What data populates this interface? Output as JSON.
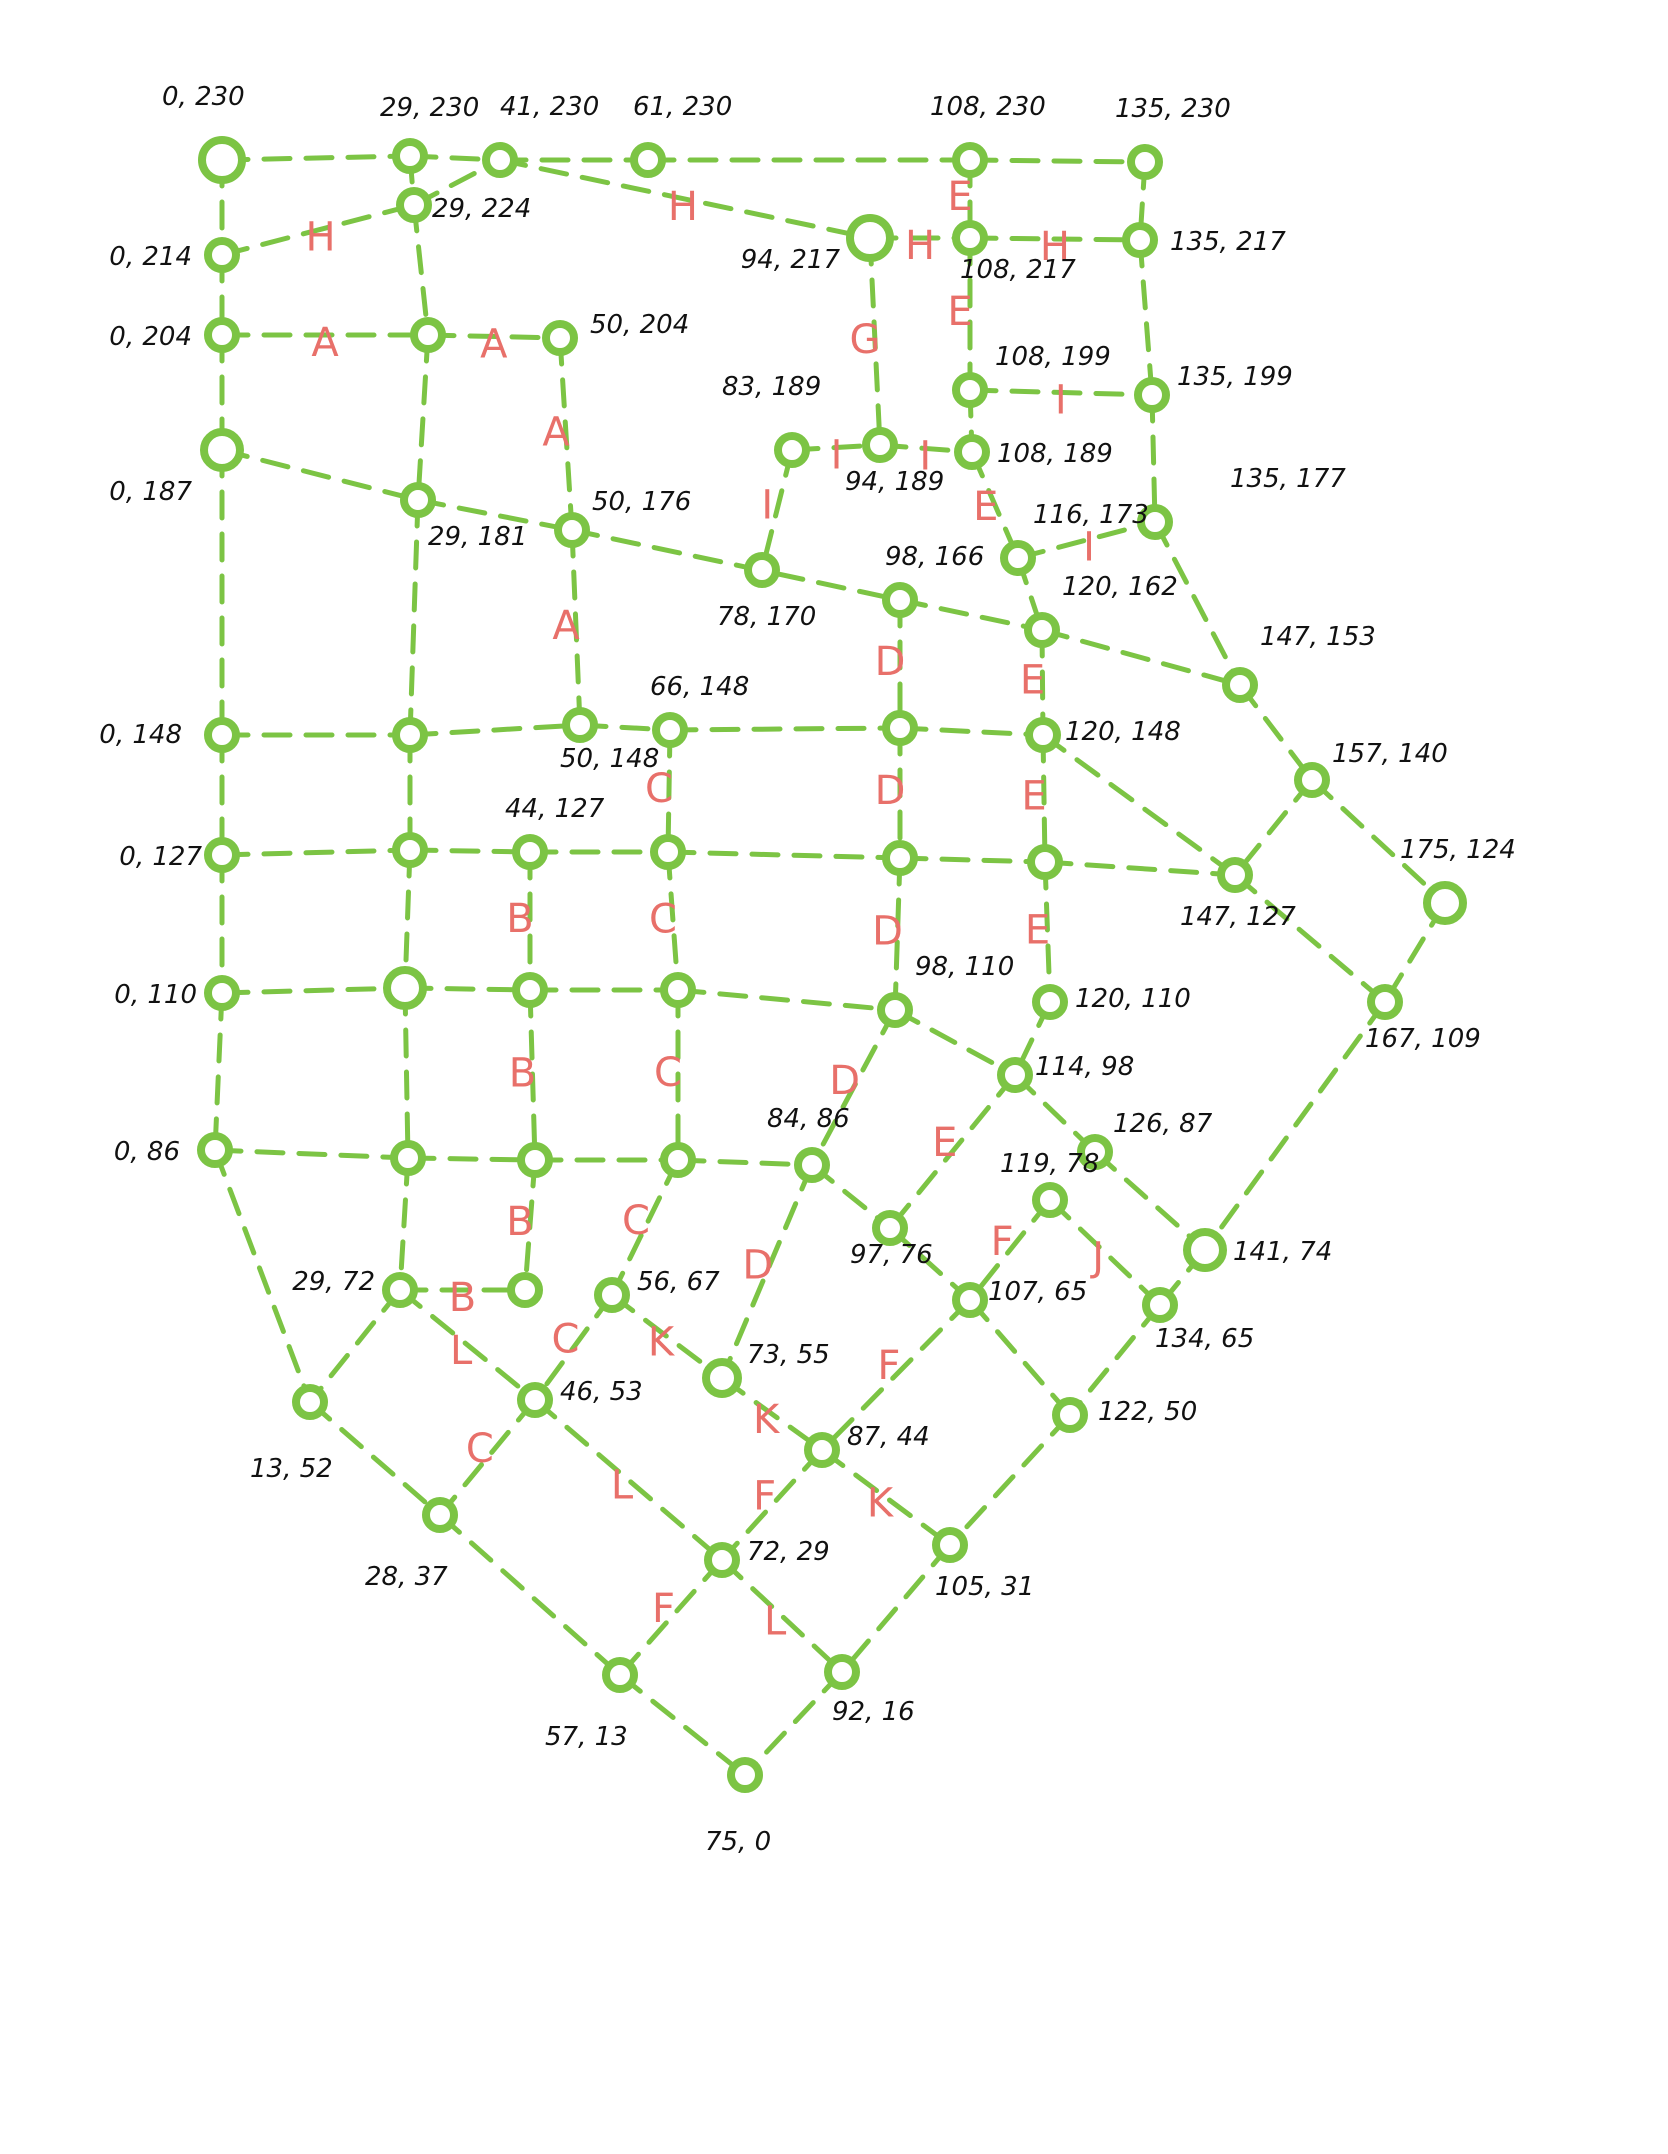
{
  "colors": {
    "edge": "#7cc444",
    "node": "#7cc444",
    "node_label": "#111111",
    "edge_label": "#e8706a",
    "background": "#ffffff"
  },
  "nodes": [
    {
      "id": "n0_230",
      "label": "0, 230"
    },
    {
      "id": "n29_230",
      "label": "29, 230"
    },
    {
      "id": "n41_230",
      "label": "41, 230"
    },
    {
      "id": "n61_230",
      "label": "61, 230"
    },
    {
      "id": "n108_230",
      "label": "108, 230"
    },
    {
      "id": "n135_230",
      "label": "135, 230"
    },
    {
      "id": "n29_224",
      "label": "29, 224"
    },
    {
      "id": "n0_214",
      "label": "0, 214"
    },
    {
      "id": "n94_217",
      "label": "94, 217"
    },
    {
      "id": "n108_217",
      "label": "108, 217"
    },
    {
      "id": "n135_217",
      "label": "135, 217"
    },
    {
      "id": "n0_204",
      "label": "0, 204"
    },
    {
      "id": "n29_204",
      "label": ""
    },
    {
      "id": "n50_204",
      "label": "50, 204"
    },
    {
      "id": "n108_199",
      "label": "108, 199"
    },
    {
      "id": "n135_199",
      "label": "135, 199"
    },
    {
      "id": "n83_189",
      "label": "83, 189"
    },
    {
      "id": "n94_189",
      "label": "94, 189"
    },
    {
      "id": "n108_189",
      "label": "108, 189"
    },
    {
      "id": "n0_187",
      "label": "0, 187"
    },
    {
      "id": "n29_181",
      "label": "29, 181"
    },
    {
      "id": "n50_176",
      "label": "50, 176"
    },
    {
      "id": "n78_170",
      "label": "78, 170"
    },
    {
      "id": "n116_173",
      "label": "116, 173"
    },
    {
      "id": "n135_177",
      "label": "135, 177"
    },
    {
      "id": "n98_166",
      "label": "98, 166"
    },
    {
      "id": "n120_162",
      "label": "120, 162"
    },
    {
      "id": "n147_153",
      "label": "147, 153"
    },
    {
      "id": "n0_148",
      "label": "0, 148"
    },
    {
      "id": "n29_148",
      "label": ""
    },
    {
      "id": "n50_148",
      "label": "50, 148"
    },
    {
      "id": "n66_148",
      "label": "66, 148"
    },
    {
      "id": "n98_148",
      "label": ""
    },
    {
      "id": "n120_148",
      "label": "120, 148"
    },
    {
      "id": "n157_140",
      "label": "157, 140"
    },
    {
      "id": "n0_127",
      "label": "0, 127"
    },
    {
      "id": "n29_127",
      "label": ""
    },
    {
      "id": "n44_127",
      "label": "44, 127"
    },
    {
      "id": "n66_127",
      "label": ""
    },
    {
      "id": "n98_127",
      "label": ""
    },
    {
      "id": "n120_127",
      "label": ""
    },
    {
      "id": "n147_127",
      "label": "147, 127"
    },
    {
      "id": "n175_124",
      "label": "175, 124"
    },
    {
      "id": "n0_110",
      "label": "0, 110"
    },
    {
      "id": "n29_110",
      "label": ""
    },
    {
      "id": "n44_110",
      "label": ""
    },
    {
      "id": "n66_110",
      "label": ""
    },
    {
      "id": "n98_110",
      "label": "98, 110"
    },
    {
      "id": "n120_110",
      "label": "120, 110"
    },
    {
      "id": "n167_109",
      "label": "167, 109"
    },
    {
      "id": "n114_98",
      "label": "114, 98"
    },
    {
      "id": "n0_86",
      "label": "0, 86"
    },
    {
      "id": "n29_86",
      "label": ""
    },
    {
      "id": "n44_86",
      "label": ""
    },
    {
      "id": "n66_86",
      "label": ""
    },
    {
      "id": "n84_86",
      "label": "84, 86"
    },
    {
      "id": "n126_87",
      "label": "126, 87"
    },
    {
      "id": "n119_78",
      "label": "119, 78"
    },
    {
      "id": "n97_76",
      "label": "97, 76"
    },
    {
      "id": "n141_74",
      "label": "141, 74"
    },
    {
      "id": "n29_72",
      "label": "29, 72"
    },
    {
      "id": "n44_72",
      "label": ""
    },
    {
      "id": "n56_67",
      "label": "56, 67"
    },
    {
      "id": "n107_65",
      "label": "107, 65"
    },
    {
      "id": "n134_65",
      "label": "134, 65"
    },
    {
      "id": "n73_55",
      "label": "73, 55"
    },
    {
      "id": "n13_52",
      "label": "13, 52"
    },
    {
      "id": "n46_53",
      "label": "46, 53"
    },
    {
      "id": "n122_50",
      "label": "122, 50"
    },
    {
      "id": "n87_44",
      "label": "87, 44"
    },
    {
      "id": "n28_37",
      "label": "28, 37"
    },
    {
      "id": "n105_31",
      "label": "105, 31"
    },
    {
      "id": "n72_29",
      "label": "72, 29"
    },
    {
      "id": "n57_13",
      "label": "57, 13"
    },
    {
      "id": "n92_16",
      "label": "92, 16"
    },
    {
      "id": "n75_0",
      "label": "75, 0"
    }
  ],
  "edges": [
    {
      "from": "n0_230",
      "to": "n29_230",
      "label": ""
    },
    {
      "from": "n29_230",
      "to": "n41_230",
      "label": ""
    },
    {
      "from": "n41_230",
      "to": "n61_230",
      "label": ""
    },
    {
      "from": "n61_230",
      "to": "n108_230",
      "label": ""
    },
    {
      "from": "n108_230",
      "to": "n135_230",
      "label": ""
    },
    {
      "from": "n0_230",
      "to": "n0_214",
      "label": ""
    },
    {
      "from": "n29_230",
      "to": "n29_224",
      "label": ""
    },
    {
      "from": "n29_224",
      "to": "n41_230",
      "label": ""
    },
    {
      "from": "n41_230",
      "to": "n94_217",
      "label": "H"
    },
    {
      "from": "n0_214",
      "to": "n29_224",
      "label": "H"
    },
    {
      "from": "n94_217",
      "to": "n108_217",
      "label": "H"
    },
    {
      "from": "n108_217",
      "to": "n135_217",
      "label": "H"
    },
    {
      "from": "n108_230",
      "to": "n108_217",
      "label": "E"
    },
    {
      "from": "n135_230",
      "to": "n135_217",
      "label": ""
    },
    {
      "from": "n0_214",
      "to": "n0_204",
      "label": ""
    },
    {
      "from": "n29_224",
      "to": "n29_204",
      "label": ""
    },
    {
      "from": "n0_204",
      "to": "n29_204",
      "label": "A"
    },
    {
      "from": "n29_204",
      "to": "n50_204",
      "label": "A"
    },
    {
      "from": "n108_217",
      "to": "n108_199",
      "label": "E"
    },
    {
      "from": "n135_217",
      "to": "n135_199",
      "label": ""
    },
    {
      "from": "n108_199",
      "to": "n135_199",
      "label": "I"
    },
    {
      "from": "n94_217",
      "to": "n94_189",
      "label": "G"
    },
    {
      "from": "n83_189",
      "to": "n94_189",
      "label": "I"
    },
    {
      "from": "n94_189",
      "to": "n108_189",
      "label": "I"
    },
    {
      "from": "n108_199",
      "to": "n108_189",
      "label": ""
    },
    {
      "from": "n0_204",
      "to": "n0_187",
      "label": ""
    },
    {
      "from": "n29_204",
      "to": "n29_181",
      "label": ""
    },
    {
      "from": "n50_204",
      "to": "n50_176",
      "label": "A"
    },
    {
      "from": "n0_187",
      "to": "n29_181",
      "label": ""
    },
    {
      "from": "n29_181",
      "to": "n50_176",
      "label": ""
    },
    {
      "from": "n50_176",
      "to": "n98_166",
      "label": ""
    },
    {
      "from": "n98_166",
      "to": "n120_162",
      "label": ""
    },
    {
      "from": "n120_162",
      "to": "n147_153",
      "label": ""
    },
    {
      "from": "n83_189",
      "to": "n78_170",
      "label": "I"
    },
    {
      "from": "n108_189",
      "to": "n116_173",
      "label": "E"
    },
    {
      "from": "n116_173",
      "to": "n135_177",
      "label": "I"
    },
    {
      "from": "n135_199",
      "to": "n135_177",
      "label": ""
    },
    {
      "from": "n116_173",
      "to": "n120_162",
      "label": ""
    },
    {
      "from": "n135_177",
      "to": "n147_153",
      "label": ""
    },
    {
      "from": "n0_187",
      "to": "n0_148",
      "label": ""
    },
    {
      "from": "n29_181",
      "to": "n29_148",
      "label": ""
    },
    {
      "from": "n50_176",
      "to": "n50_148",
      "label": "A"
    },
    {
      "from": "n98_166",
      "to": "n98_148",
      "label": "D"
    },
    {
      "from": "n120_162",
      "to": "n120_148",
      "label": "E"
    },
    {
      "from": "n147_153",
      "to": "n157_140",
      "label": ""
    },
    {
      "from": "n0_148",
      "to": "n29_148",
      "label": ""
    },
    {
      "from": "n29_148",
      "to": "n50_148",
      "label": ""
    },
    {
      "from": "n50_148",
      "to": "n66_148",
      "label": ""
    },
    {
      "from": "n66_148",
      "to": "n98_148",
      "label": ""
    },
    {
      "from": "n98_148",
      "to": "n120_148",
      "label": ""
    },
    {
      "from": "n120_148",
      "to": "n147_127",
      "label": ""
    },
    {
      "from": "n157_140",
      "to": "n147_127",
      "label": ""
    },
    {
      "from": "n157_140",
      "to": "n175_124",
      "label": ""
    },
    {
      "from": "n0_148",
      "to": "n0_127",
      "label": ""
    },
    {
      "from": "n29_148",
      "to": "n29_127",
      "label": ""
    },
    {
      "from": "n66_148",
      "to": "n66_127",
      "label": "C"
    },
    {
      "from": "n98_148",
      "to": "n98_127",
      "label": "D"
    },
    {
      "from": "n120_148",
      "to": "n120_127",
      "label": "E"
    },
    {
      "from": "n0_127",
      "to": "n29_127",
      "label": ""
    },
    {
      "from": "n29_127",
      "to": "n44_127",
      "label": ""
    },
    {
      "from": "n44_127",
      "to": "n66_127",
      "label": ""
    },
    {
      "from": "n66_127",
      "to": "n98_127",
      "label": ""
    },
    {
      "from": "n98_127",
      "to": "n120_127",
      "label": ""
    },
    {
      "from": "n120_127",
      "to": "n147_127",
      "label": ""
    },
    {
      "from": "n147_127",
      "to": "n167_109",
      "label": ""
    },
    {
      "from": "n175_124",
      "to": "n167_109",
      "label": ""
    },
    {
      "from": "n0_127",
      "to": "n0_110",
      "label": ""
    },
    {
      "from": "n29_127",
      "to": "n29_110",
      "label": ""
    },
    {
      "from": "n44_127",
      "to": "n44_110",
      "label": "B"
    },
    {
      "from": "n66_127",
      "to": "n66_110",
      "label": "C"
    },
    {
      "from": "n98_127",
      "to": "n98_110",
      "label": "D"
    },
    {
      "from": "n120_127",
      "to": "n120_110",
      "label": "E"
    },
    {
      "from": "n0_110",
      "to": "n29_110",
      "label": ""
    },
    {
      "from": "n29_110",
      "to": "n44_110",
      "label": ""
    },
    {
      "from": "n44_110",
      "to": "n66_110",
      "label": ""
    },
    {
      "from": "n66_110",
      "to": "n98_110",
      "label": ""
    },
    {
      "from": "n98_110",
      "to": "n114_98",
      "label": ""
    },
    {
      "from": "n120_110",
      "to": "n114_98",
      "label": ""
    },
    {
      "from": "n0_110",
      "to": "n0_86",
      "label": ""
    },
    {
      "from": "n29_110",
      "to": "n29_86",
      "label": ""
    },
    {
      "from": "n44_110",
      "to": "n44_86",
      "label": "B"
    },
    {
      "from": "n66_110",
      "to": "n66_86",
      "label": "C"
    },
    {
      "from": "n98_110",
      "to": "n84_86",
      "label": "D"
    },
    {
      "from": "n114_98",
      "to": "n126_87",
      "label": ""
    },
    {
      "from": "n114_98",
      "to": "n97_76",
      "label": "E"
    },
    {
      "from": "n126_87",
      "to": "n141_74",
      "label": ""
    },
    {
      "from": "n167_109",
      "to": "n141_74",
      "label": ""
    },
    {
      "from": "n0_86",
      "to": "n29_86",
      "label": ""
    },
    {
      "from": "n29_86",
      "to": "n44_86",
      "label": ""
    },
    {
      "from": "n44_86",
      "to": "n66_86",
      "label": ""
    },
    {
      "from": "n66_86",
      "to": "n84_86",
      "label": ""
    },
    {
      "from": "n84_86",
      "to": "n97_76",
      "label": ""
    },
    {
      "from": "n29_86",
      "to": "n29_72",
      "label": ""
    },
    {
      "from": "n44_86",
      "to": "n44_72",
      "label": "B"
    },
    {
      "from": "n66_86",
      "to": "n56_67",
      "label": "C"
    },
    {
      "from": "n84_86",
      "to": "n73_55",
      "label": "D"
    },
    {
      "from": "n97_76",
      "to": "n107_65",
      "label": ""
    },
    {
      "from": "n119_78",
      "to": "n107_65",
      "label": "F"
    },
    {
      "from": "n119_78",
      "to": "n134_65",
      "label": "J"
    },
    {
      "from": "n141_74",
      "to": "n134_65",
      "label": ""
    },
    {
      "from": "n29_72",
      "to": "n44_72",
      "label": "B"
    },
    {
      "from": "n0_86",
      "to": "n13_52",
      "label": ""
    },
    {
      "from": "n29_72",
      "to": "n13_52",
      "label": ""
    },
    {
      "from": "n29_72",
      "to": "n46_53",
      "label": "L"
    },
    {
      "from": "n56_67",
      "to": "n46_53",
      "label": "C"
    },
    {
      "from": "n56_67",
      "to": "n73_55",
      "label": "K"
    },
    {
      "from": "n107_65",
      "to": "n87_44",
      "label": "F"
    },
    {
      "from": "n107_65",
      "to": "n122_50",
      "label": ""
    },
    {
      "from": "n134_65",
      "to": "n122_50",
      "label": ""
    },
    {
      "from": "n73_55",
      "to": "n87_44",
      "label": "K"
    },
    {
      "from": "n13_52",
      "to": "n28_37",
      "label": ""
    },
    {
      "from": "n46_53",
      "to": "n28_37",
      "label": "C"
    },
    {
      "from": "n46_53",
      "to": "n72_29",
      "label": "L"
    },
    {
      "from": "n87_44",
      "to": "n72_29",
      "label": "F"
    },
    {
      "from": "n87_44",
      "to": "n105_31",
      "label": "K"
    },
    {
      "from": "n122_50",
      "to": "n105_31",
      "label": ""
    },
    {
      "from": "n28_37",
      "to": "n57_13",
      "label": ""
    },
    {
      "from": "n72_29",
      "to": "n57_13",
      "label": "F"
    },
    {
      "from": "n72_29",
      "to": "n92_16",
      "label": "L"
    },
    {
      "from": "n105_31",
      "to": "n92_16",
      "label": ""
    },
    {
      "from": "n57_13",
      "to": "n75_0",
      "label": ""
    },
    {
      "from": "n92_16",
      "to": "n75_0",
      "label": ""
    }
  ]
}
